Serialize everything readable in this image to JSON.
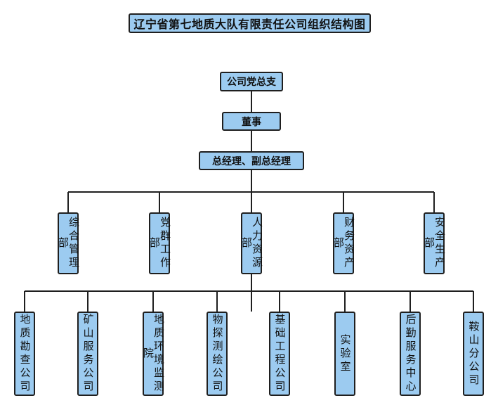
{
  "title": "辽宁省第七地质大队有限责任公司组织结构图",
  "top": {
    "party": "公司党总支",
    "board": "董事",
    "gm": "总经理、副总经理"
  },
  "departments": [
    "综合管理部",
    "党群工作部",
    "人力资源部",
    "财务资产部",
    "安全生产部"
  ],
  "units": [
    "地质勘查公司",
    "矿山服务公司",
    "地质环境监测院",
    "物探测绘公司",
    "基础工程公司",
    "实验室",
    "后勤服务中心",
    "鞍山分公司"
  ],
  "colors": {
    "box_fill": "#9ccbf0",
    "line": "#1f1f1f"
  }
}
